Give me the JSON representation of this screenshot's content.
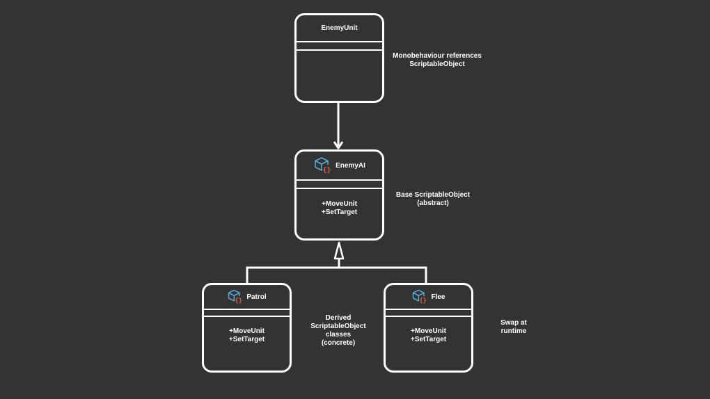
{
  "classes": {
    "enemy_unit": {
      "name": "EnemyUnit"
    },
    "enemy_ai": {
      "name": "EnemyAI",
      "methods": [
        "+MoveUnit",
        "+SetTarget"
      ]
    },
    "patrol": {
      "name": "Patrol",
      "methods": [
        "+MoveUnit",
        "+SetTarget"
      ]
    },
    "flee": {
      "name": "Flee",
      "methods": [
        "+MoveUnit",
        "+SetTarget"
      ]
    }
  },
  "notes": {
    "enemy_unit": "Monobehaviour references\nScriptableObject",
    "enemy_ai": "Base ScriptableObject\n(abstract)",
    "derived": "Derived\nScriptableObject\nclasses\n(concrete)",
    "swap": "Swap at\nruntime"
  },
  "colors": {
    "background": "#333333",
    "stroke": "#ffffff",
    "icon_cube": "#5aa9d6",
    "icon_braces": "#e06040"
  },
  "icons": {
    "scriptable_object": "scriptable-object-icon"
  }
}
